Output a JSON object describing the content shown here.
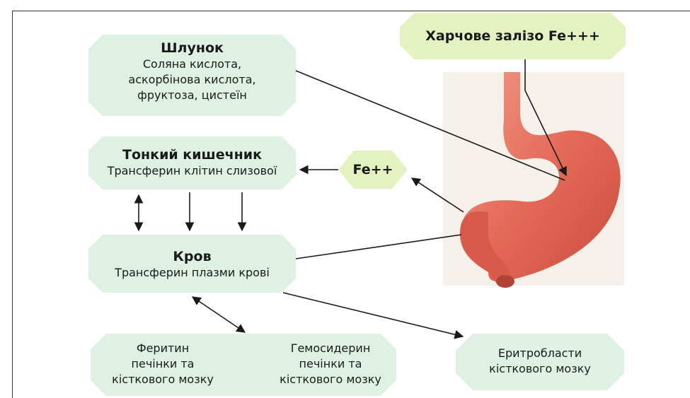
{
  "colors": {
    "box_green": "#dff1e3",
    "box_lime": "#e4f1c0",
    "arrow": "#1a1a1a",
    "stomach": "#e46a58"
  },
  "image": {
    "subject": "stomach-illustration"
  },
  "nodes": {
    "stomach": {
      "title": "Шлунок",
      "lines": [
        "Соляна кислота,",
        "аскорбінова кислота,",
        "фруктоза, цистеїн"
      ]
    },
    "intestine": {
      "title": "Тонкий кишечник",
      "lines": [
        "Трансферин клітин слизової"
      ]
    },
    "blood": {
      "title": "Кров",
      "lines": [
        "Трансферин плазми крові"
      ]
    },
    "food_iron": {
      "label": "Харчове залізо Fe+++"
    },
    "fe2": {
      "label": "Fe++"
    },
    "storage": {
      "ferritin": [
        "Феритин",
        "печінки та",
        "кісткового мозку"
      ],
      "hemosiderin": [
        "Гемосидерин",
        "печінки та",
        "кісткового мозку"
      ]
    },
    "erythroblasts": {
      "lines": [
        "Еритробласти",
        "кісткового мозку"
      ]
    }
  }
}
